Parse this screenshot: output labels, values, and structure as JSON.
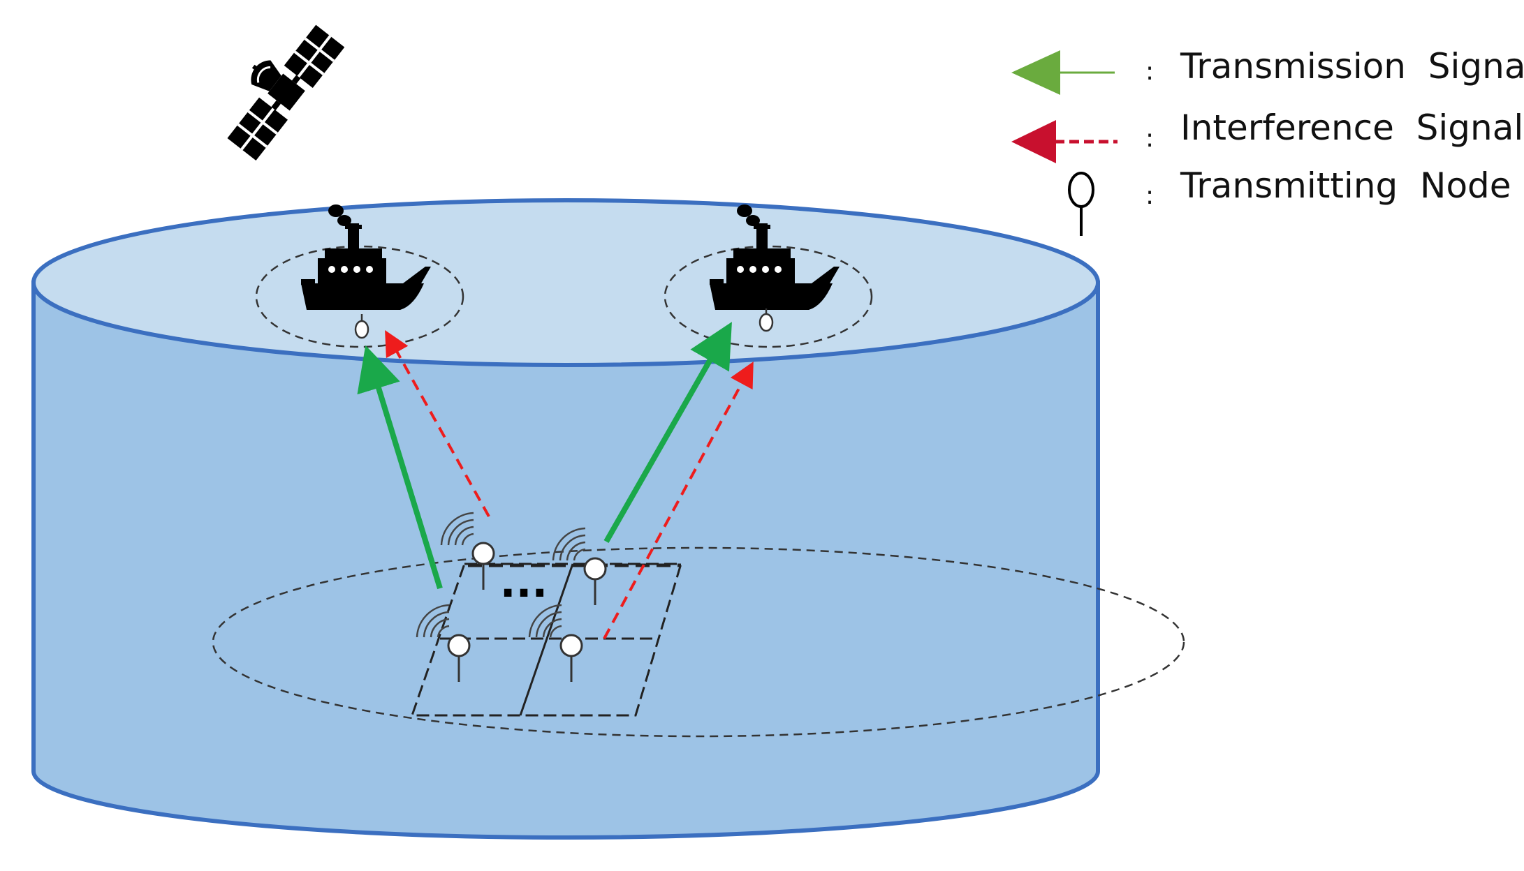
{
  "legend": {
    "items": [
      {
        "id": "transmission",
        "separator": ":",
        "label": "Transmission  Signal",
        "color": "#6aab3e"
      },
      {
        "id": "interference",
        "separator": ":",
        "label": "Interference  Signal",
        "color": "#c8102e"
      },
      {
        "id": "node",
        "separator": ":",
        "label": "Transmitting  Node",
        "color": "#000000"
      }
    ]
  },
  "diagram": {
    "ellipsis": "...",
    "colors": {
      "water_body": "#9dc3e6",
      "water_surface": "#c5dcef",
      "outline": "#3b6fc0",
      "transmission_arrow": "#1aa84a",
      "interference_arrow": "#ee1c1c",
      "dashed_region": "#333333"
    },
    "icons": [
      "satellite-icon",
      "ship-icon",
      "ship-icon",
      "transmitting-node-icon",
      "wifi-signal-icon"
    ]
  }
}
